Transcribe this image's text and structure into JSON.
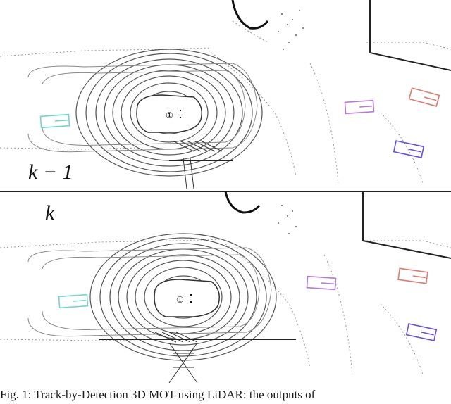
{
  "figure": {
    "panels": [
      {
        "id": "previous",
        "label": "k − 1",
        "boxes": [
          {
            "color_name": "cyan",
            "color": "#6fd6d2"
          },
          {
            "color_name": "purple",
            "color": "#b47ad6"
          },
          {
            "color_name": "red",
            "color": "#e07a6e"
          },
          {
            "color_name": "blue-violet",
            "color": "#6a4ce0"
          }
        ]
      },
      {
        "id": "current",
        "label": "k",
        "boxes": [
          {
            "color_name": "cyan",
            "color": "#6fd6d2"
          },
          {
            "color_name": "purple",
            "color": "#b47ad6"
          },
          {
            "color_name": "red",
            "color": "#e07a6e"
          },
          {
            "color_name": "blue-violet",
            "color": "#6a4ce0"
          }
        ]
      }
    ],
    "ego_marker": "①"
  },
  "caption": {
    "text": "Fig. 1: Track-by-Detection 3D MOT using LiDAR: the outputs of"
  }
}
